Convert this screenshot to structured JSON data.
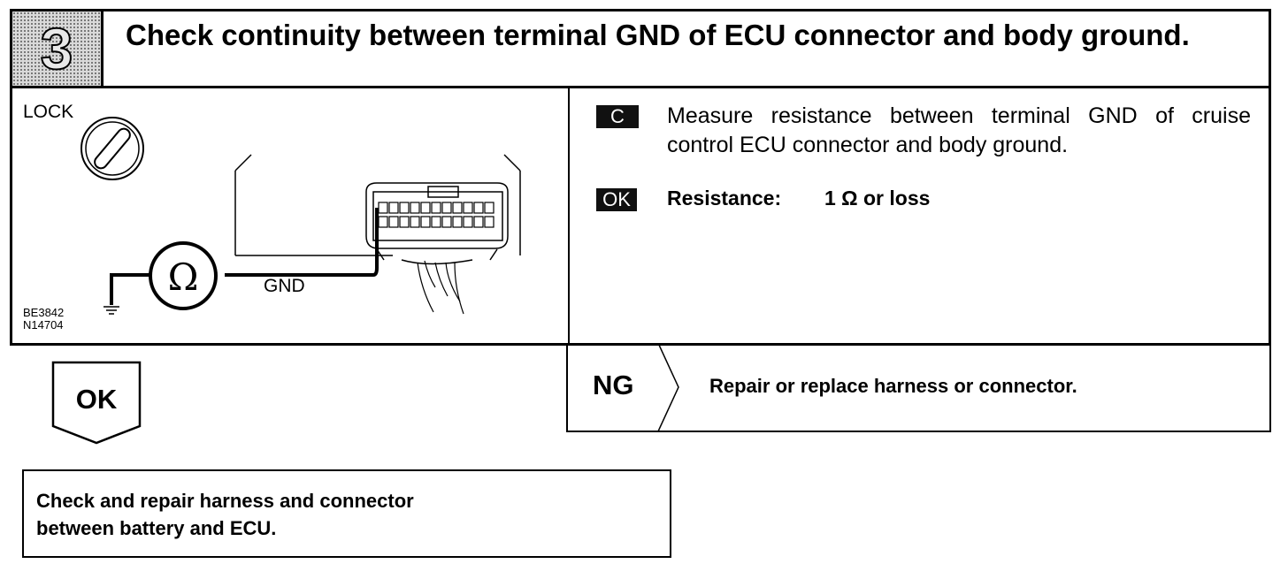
{
  "header": {
    "step_number": "3",
    "title": "Check continuity between terminal GND of ECU connector and body ground."
  },
  "illustration": {
    "lock_label": "LOCK",
    "gnd_label": "GND",
    "figure_code_1": "BE3842",
    "figure_code_2": "N14704",
    "ohm_symbol": "Ω"
  },
  "instruction": {
    "tag_c": "C",
    "text": "Measure resistance between terminal GND of cruise control ECU connector and body ground.",
    "tag_ok": "OK",
    "spec_label": "Resistance:",
    "spec_value": "1 Ω or loss"
  },
  "ok_branch": {
    "label": "OK"
  },
  "ng_branch": {
    "label": "NG",
    "action": "Repair or replace harness or connector."
  },
  "result": {
    "line1": "Check and repair harness and connector",
    "line2": "between battery and ECU."
  }
}
